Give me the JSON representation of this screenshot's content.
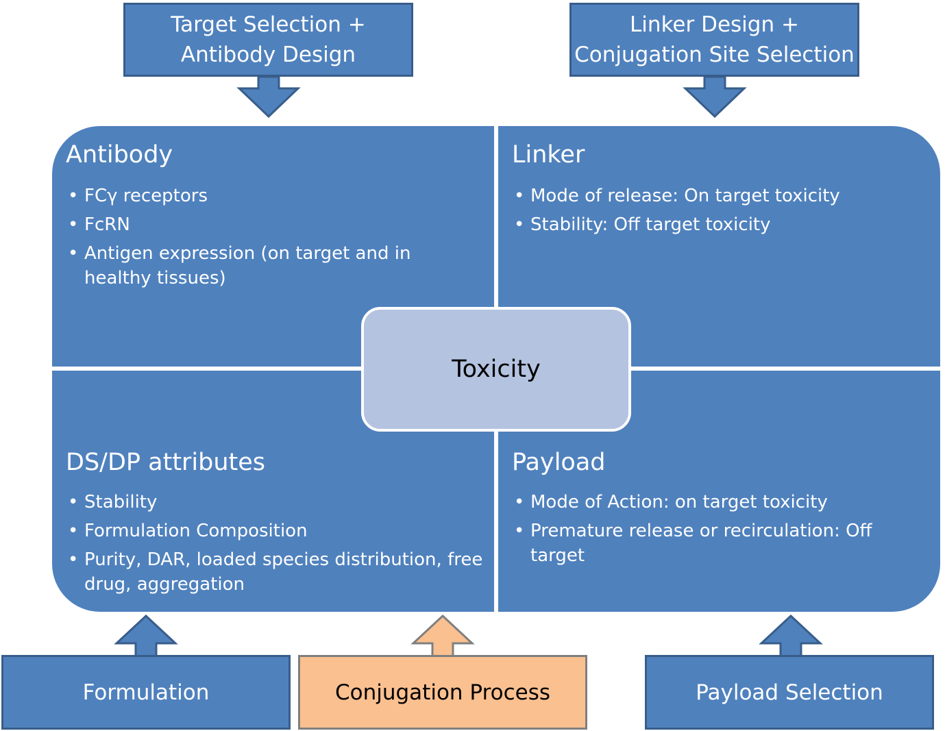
{
  "top_boxes": {
    "antibody_design": {
      "line1": "Target Selection +",
      "line2": "Antibody Design"
    },
    "linker_design": {
      "line1": "Linker Design +",
      "line2": "Conjugation Site Selection"
    }
  },
  "quadrants": {
    "antibody": {
      "title": "Antibody",
      "items": [
        "FCγ receptors",
        "FcRN",
        "Antigen expression (on target and in healthy tissues)"
      ]
    },
    "linker": {
      "title": "Linker",
      "items": [
        "Mode of release: On target toxicity",
        "Stability: Off target toxicity"
      ]
    },
    "ds_dp": {
      "title": "DS/DP attributes",
      "items": [
        "Stability",
        "Formulation Composition",
        "Purity, DAR, loaded species distribution, free drug, aggregation"
      ]
    },
    "payload": {
      "title": "Payload",
      "items": [
        "Mode of Action: on target toxicity",
        "Premature release or recirculation: Off target"
      ]
    }
  },
  "center": {
    "label": "Toxicity"
  },
  "bottom_boxes": {
    "formulation": "Formulation",
    "conjugation_process": "Conjugation Process",
    "payload_selection": "Payload Selection"
  },
  "colors": {
    "box_fill": "#4f81bd",
    "box_border": "#385d8a",
    "center_fill": "#b4c3e0",
    "process_fill": "#fac090",
    "process_border": "#7f7f7f",
    "text_light": "#ffffff",
    "text_dark": "#000000"
  }
}
